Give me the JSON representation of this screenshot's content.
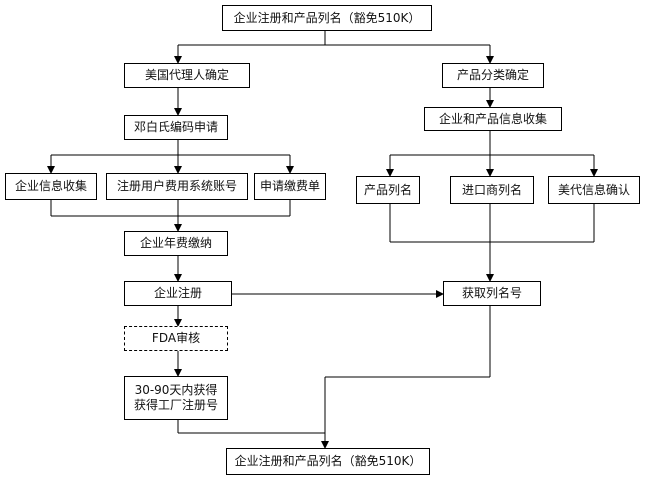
{
  "nodes": {
    "top": "企业注册和产品列名（豁免510K）",
    "us_agent": "美国代理人确定",
    "duns": "邓白氏编码申请",
    "company_info": "企业信息收集",
    "account": "注册用户费用系统账号",
    "fee_form": "申请缴费单",
    "annual_fee": "企业年费缴纳",
    "reg": "企业注册",
    "fda": "FDA审核",
    "fei_line1": "30-90天内获得",
    "fei_line2": "获得工厂注册号",
    "classify": "产品分类确定",
    "info_collect": "企业和产品信息收集",
    "product_list": "产品列名",
    "importer_list": "进口商列名",
    "us_agent_confirm": "美代信息确认",
    "listing_no": "获取列名号",
    "bottom": "企业注册和产品列名（豁免510K）"
  }
}
